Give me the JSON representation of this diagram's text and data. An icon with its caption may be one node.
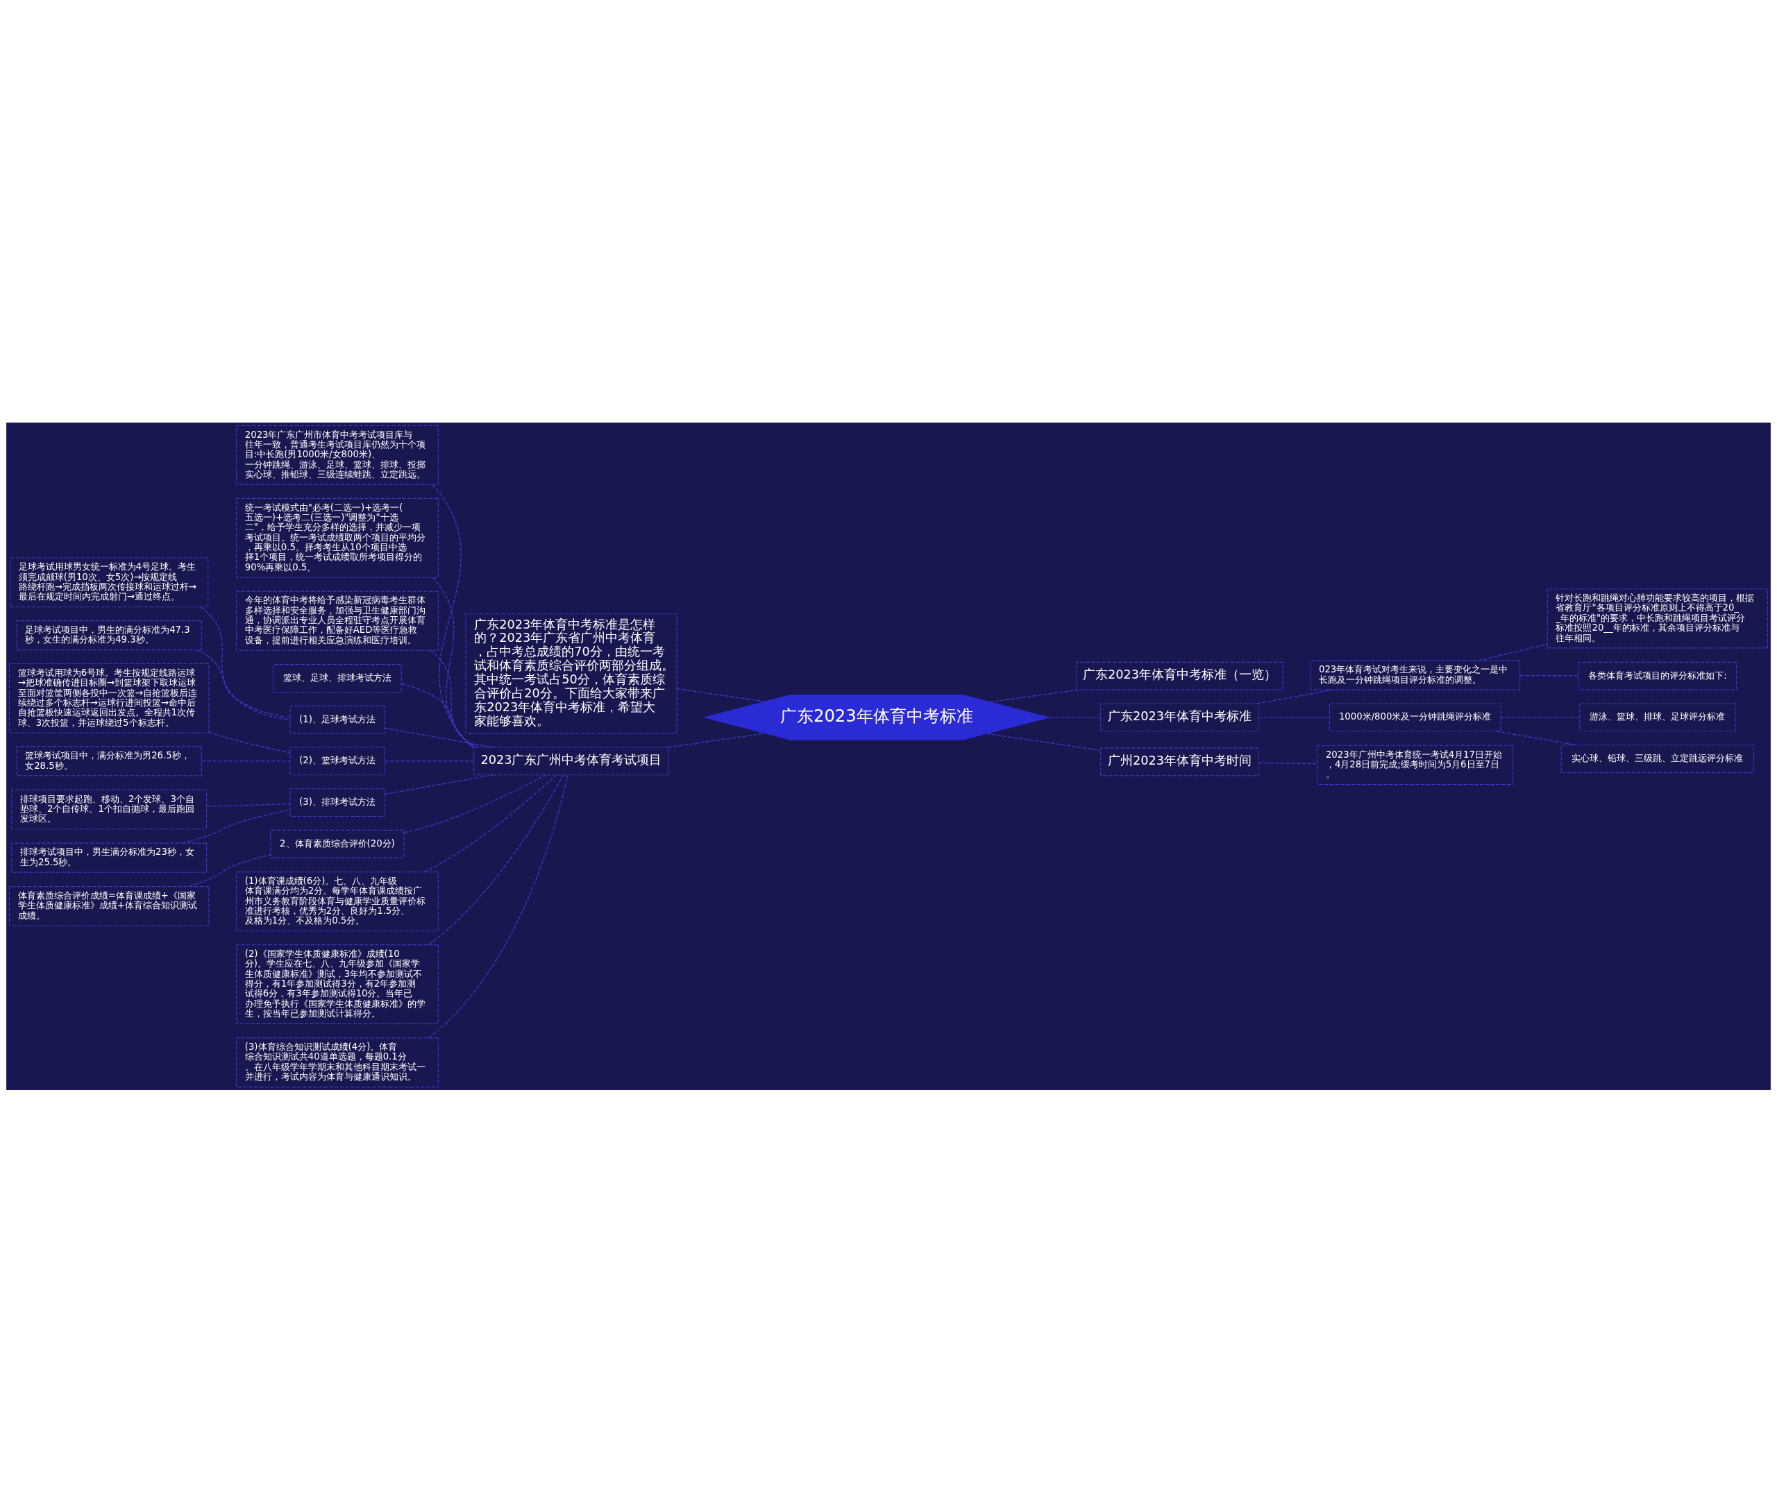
{
  "diagram": {
    "nodes": [
      {
        "text": [
          "广东2023年体育中考标准"
        ]
      },
      {
        "text": [
          "广东2023年体育中考标准是怎样的？2023年广东省广州中考体育，占中考总成绩的70分，由统一考试和体育素质综合评价两部分组成。其中统一考试占50分，体育素质综合评价占20分。下面给大家带来广东2023年体育中考标准，希望大家能够喜欢。"
        ]
      },
      {
        "text": [
          "2023广东广州中考体育考试项目"
        ]
      },
      {
        "text": [
          "2023年广东广州市体育中考考试项目库与往年一致，普通考生考试项目库仍然为十个项目:中长跑(男1000米/女800米)、一分钟跳绳、游泳、足球、篮球、排球、投掷实心球、推铅球、三级连续蛙跳、立定跳远。"
        ]
      },
      {
        "text": [
          "统一考试模式由\"必考(二选一)+选考一(五选一)+选考二(三选一)\"调整为\"十选二\"，给予学生充分多样的选择，并减少一项考试项目。统一考试成绩取两个项目的平均分，再乘以0.5。择考考生从10个项目中选择1个项目，统一考试成绩取所考项目得分的90%再乘以0.5。"
        ]
      },
      {
        "text": [
          "今年的体育中考将给予感染新冠病毒考生群体多样选择和安全服务，加强与卫生健康部门沟通，协调派出专业人员全程驻守考点开展体育中考医疗保障工作，配备好AED等医疗急救设备，提前进行相关应急演练和医疗培训。"
        ]
      },
      {
        "text": [
          "篮球、足球、排球考试方法"
        ]
      },
      {
        "text": [
          "(1)、足球考试方法"
        ]
      },
      {
        "text": [
          "足球考试用球男女统一标准为4号足球。考生须完成颠球(男10次、女5次)→按规定线路绕杆跑→完成挡板两次传接球和运球过杆→最后在规定时间内完成射门→通过终点。"
        ]
      },
      {
        "text": [
          "足球考试项目中，男生的满分标准为47.3秒，女生的满分标准为49.3秒。"
        ]
      },
      {
        "text": [
          "(2)、篮球考试方法"
        ]
      },
      {
        "text": [
          "篮球考试用球为6号球。考生按规定线路运球→把球准确传进目标圈→到篮球架下取球运球至面对篮筐两侧各投中一次篮→自抢篮板后连续绕过多个标志杆→运球行进间投篮→命中后自抢篮板快速运球返回出发点。全程共1次传球、3次投篮，并运球绕过5个标志杆。"
        ]
      },
      {
        "text": [
          "篮球考试项目中，满分标准为男26.5秒，女28.5秒。"
        ]
      },
      {
        "text": [
          "(3)、排球考试方法"
        ]
      },
      {
        "text": [
          "排球项目要求起跑、移动、2个发球、3个自垫球、2个自传球、1个扣自抛球，最后跑回发球区。"
        ]
      },
      {
        "text": [
          "排球考试项目中，男生满分标准为23秒，女生为25.5秒。"
        ]
      },
      {
        "text": [
          "2、体育素质综合评价(20分)"
        ]
      },
      {
        "text": [
          "体育素质综合评价成绩=体育课成绩+《国家学生体质健康标准》成绩+体育综合知识测试成绩。"
        ]
      },
      {
        "text": [
          "(1)体育课成绩(6分)。七、八、九年级体育课满分均为2分。每学年体育课成绩按广州市义务教育阶段体育与健康学业质量评价标准进行考核，优秀为2分、良好为1.5分、及格为1分、不及格为0.5分。"
        ]
      },
      {
        "text": [
          "(2)《国家学生体质健康标准》成绩(10分)。学生应在七、八、九年级参加《国家学生体质健康标准》测试，3年均不参加测试不得分，有1年参加测试得3分，有2年参加测试得6分，有3年参加测试得10分。当年已办理免予执行《国家学生体质健康标准》的学生，按当年已参加测试计算得分。"
        ]
      },
      {
        "text": [
          "(3)体育综合知识测试成绩(4分)。体育综合知识测试共40道单选题，每题0.1分。在八年级学年学期末和其他科目期末考试一并进行，考试内容为体育与健康通识知识。"
        ]
      },
      {
        "text": [
          "广东2023年体育中考标准（一览）"
        ]
      },
      {
        "text": [
          "广东2023年体育中考标准"
        ]
      },
      {
        "text": [
          "023年体育考试对考生来说，主要变化之一是中长跑及一分钟跳绳项目评分标准的调整。"
        ]
      },
      {
        "text": [
          "针对长跑和跳绳对心肺功能要求较高的项目，根据省教育厅\"各项目评分标准原则上不得高于20__年的标准\"的要求，中长跑和跳绳项目考试评分标准按照20__年的标准，其余项目评分标准与往年相同。"
        ]
      },
      {
        "text": [
          "各类体育考试项目的评分标准如下:"
        ]
      },
      {
        "text": [
          "1000米/800米及一分钟跳绳评分标准"
        ]
      },
      {
        "text": [
          "游泳、篮球、排球、足球评分标准"
        ]
      },
      {
        "text": [
          "实心球、铅球、三级跳、立定跳远评分标准"
        ]
      },
      {
        "text": [
          "广州2023年体育中考时间"
        ]
      },
      {
        "text": [
          "2023年广州中考体育统一考试4月17日开始，4月28日前完成;缓考时间为5月6日至7日。"
        ]
      }
    ],
    "edges": [
      {
        "from": 0,
        "to": 1,
        "arrow": "none"
      },
      {
        "from": 0,
        "to": 2,
        "arrow": "none"
      },
      {
        "from": 2,
        "to": 3,
        "arrow": "none"
      },
      {
        "from": 2,
        "to": 4,
        "arrow": "none"
      },
      {
        "from": 2,
        "to": 5,
        "arrow": "none"
      },
      {
        "from": 2,
        "to": 6,
        "arrow": "none"
      },
      {
        "from": 2,
        "to": 7,
        "arrow": "none"
      },
      {
        "from": 7,
        "to": 8,
        "arrow": "none"
      },
      {
        "from": 7,
        "to": 9,
        "arrow": "none"
      },
      {
        "from": 2,
        "to": 10,
        "arrow": "none"
      },
      {
        "from": 10,
        "to": 11,
        "arrow": "none"
      },
      {
        "from": 10,
        "to": 12,
        "arrow": "none"
      },
      {
        "from": 2,
        "to": 13,
        "arrow": "none"
      },
      {
        "from": 13,
        "to": 14,
        "arrow": "none"
      },
      {
        "from": 13,
        "to": 15,
        "arrow": "none"
      },
      {
        "from": 2,
        "to": 16,
        "arrow": "none"
      },
      {
        "from": 16,
        "to": 17,
        "arrow": "none"
      },
      {
        "from": 2,
        "to": 18,
        "arrow": "none"
      },
      {
        "from": 2,
        "to": 19,
        "arrow": "none"
      },
      {
        "from": 2,
        "to": 20,
        "arrow": "none"
      },
      {
        "from": 0,
        "to": 21,
        "arrow": "none"
      },
      {
        "from": 0,
        "to": 22,
        "arrow": "none"
      },
      {
        "from": 22,
        "to": 23,
        "arrow": "none"
      },
      {
        "from": 23,
        "to": 24,
        "arrow": "none"
      },
      {
        "from": 23,
        "to": 25,
        "arrow": "none"
      },
      {
        "from": 22,
        "to": 26,
        "arrow": "none"
      },
      {
        "from": 26,
        "to": 27,
        "arrow": "none"
      },
      {
        "from": 26,
        "to": 28,
        "arrow": "none"
      },
      {
        "from": 0,
        "to": 29,
        "arrow": "none"
      },
      {
        "from": 29,
        "to": 30,
        "arrow": "none"
      }
    ]
  }
}
